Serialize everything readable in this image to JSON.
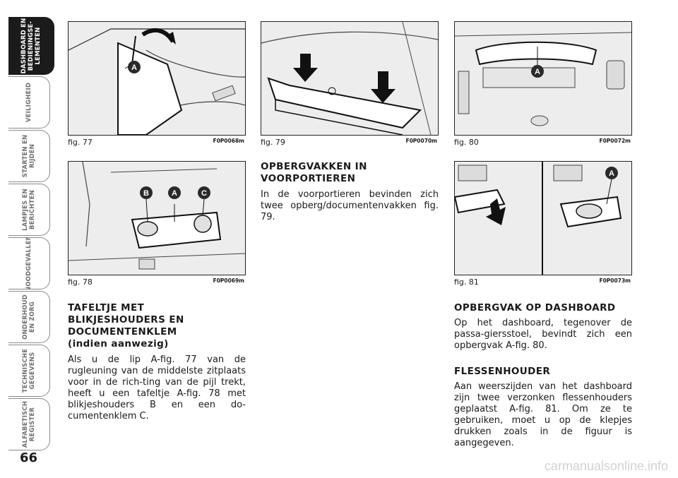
{
  "side_tabs": [
    "DASHBOARD EN\nBEDIENINGSE-\nLEMENTEN",
    "VEILIGHEID",
    "STARTEN EN\nRIJDEN",
    "LAMPJES EN\nBERICHTEN",
    "NOODGEVALLEN",
    "ONDERHOUD\nEN ZORG",
    "TECHNISCHE\nGEGEVENS",
    "ALFABETISCH\nREGISTER"
  ],
  "page_number": "66",
  "figures": {
    "fig77": {
      "caption": "fig. 77",
      "code": "F0P0068m",
      "labels": [
        "A"
      ]
    },
    "fig78": {
      "caption": "fig. 78",
      "code": "F0P0069m",
      "labels": [
        "B",
        "A",
        "C"
      ]
    },
    "fig79": {
      "caption": "fig. 79",
      "code": "F0P0070m"
    },
    "fig80": {
      "caption": "fig. 80",
      "code": "F0P0072m",
      "labels": [
        "A"
      ]
    },
    "fig81": {
      "caption": "fig. 81",
      "code": "F0P0073m",
      "labels": [
        "A"
      ]
    }
  },
  "sections": {
    "tafeltje": {
      "heading_lines": [
        "TAFELTJE MET",
        "BLIKJESHOUDERS EN",
        "DOCUMENTENKLEM",
        "(indien aanwezig)"
      ],
      "text": "Als u de lip A-fig. 77 van de rugleuning van de middelste zitplaats voor in de rich-ting van de pijl trekt, heeft u een tafeltje A-fig. 78 met blikjeshouders B en een do-cumentenklem C."
    },
    "opbergvakken": {
      "heading_lines": [
        "OPBERGVAKKEN IN",
        "VOORPORTIEREN"
      ],
      "text": "In de voorportieren bevinden zich twee opberg/documentenvakken fig. 79."
    },
    "opbergvak_dashboard": {
      "heading_lines": [
        "OPBERGVAK OP DASHBOARD"
      ],
      "text": "Op het dashboard, tegenover de passa-giersstoel, bevindt zich een opbergvak A-fig. 80."
    },
    "flessenhouder": {
      "heading_lines": [
        "FLESSENHOUDER"
      ],
      "text": "Aan weerszijden van het dashboard zijn twee verzonken flessenhouders geplaatst A-fig. 81. Om ze te gebruiken, moet u op de klepjes drukken zoals in de figuur is aangegeven."
    }
  },
  "watermark": "carmanualsonline.info"
}
